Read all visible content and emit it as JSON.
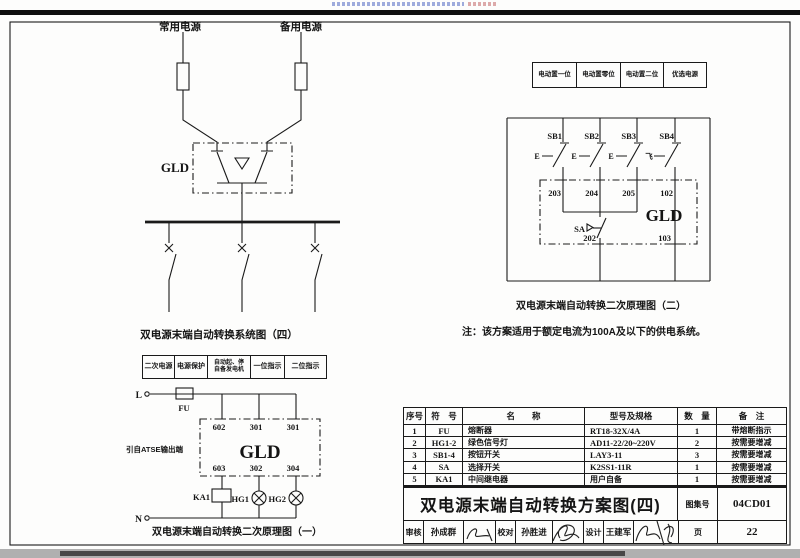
{
  "sys": {
    "normal_power": "常用电源",
    "backup_power": "备用电源",
    "gld": "GLD",
    "caption": "双电源末端自动转换系统图（四）"
  },
  "sec1": {
    "header": [
      "二次电源",
      "电源保护",
      "自动起、停\n自备发电机",
      "一位指示",
      "二位指示"
    ],
    "phase_l": "L",
    "neutral_n": "N",
    "fuse": "FU",
    "source_note": "引自ATSE输出端",
    "gld": "GLD",
    "top_terminals": [
      "602",
      "301",
      "301"
    ],
    "bottom_terminals": [
      "603",
      "302",
      "304"
    ],
    "relay": "KA1",
    "lamp1": "HG1",
    "lamp2": "HG2",
    "caption": "双电源末端自动转换二次原理图（一）"
  },
  "sec2": {
    "header": [
      "电动置一位",
      "电动置零位",
      "电动置二位",
      "优选电源"
    ],
    "buttons": [
      "SB1",
      "SB2",
      "SB3",
      "SB4"
    ],
    "actuators": [
      "E",
      "E",
      "E",
      "飞"
    ],
    "top_terminals": [
      "203",
      "204",
      "205",
      "102"
    ],
    "selector": "SA",
    "terminal_202": "202",
    "terminal_103": "103",
    "gld": "GLD",
    "caption": "双电源末端自动转换二次原理图（二）",
    "note": "注：该方案适用于额定电流为100A及以下的供电系统。"
  },
  "materials": {
    "headers": [
      "序号",
      "符　号",
      "名　　称",
      "型号及规格",
      "数　量",
      "备　注"
    ],
    "rows": [
      [
        "1",
        "FU",
        "熔断器",
        "RT18-32X/4A",
        "1",
        "带熔断指示"
      ],
      [
        "2",
        "HG1-2",
        "绿色信号灯",
        "AD11-22/20~220V",
        "2",
        "按需要增减"
      ],
      [
        "3",
        "SB1-4",
        "按钮开关",
        "LAY3-11",
        "3",
        "按需要增减"
      ],
      [
        "4",
        "SA",
        "选择开关",
        "K2SS1-11R",
        "1",
        "按需要增减"
      ],
      [
        "5",
        "KA1",
        "中间继电器",
        "用户自备",
        "1",
        "按需要增减"
      ]
    ]
  },
  "titleblock": {
    "title": "双电源末端自动转换方案图(四)",
    "atlas_label": "图集号",
    "atlas_no": "04CD01",
    "page_label": "页",
    "page_no": "22",
    "reviewer_label": "审核",
    "reviewer_name": "孙成群",
    "checker_label": "校对",
    "checker_name": "孙胜进",
    "designer_label": "设计",
    "designer_name": "王建军"
  }
}
